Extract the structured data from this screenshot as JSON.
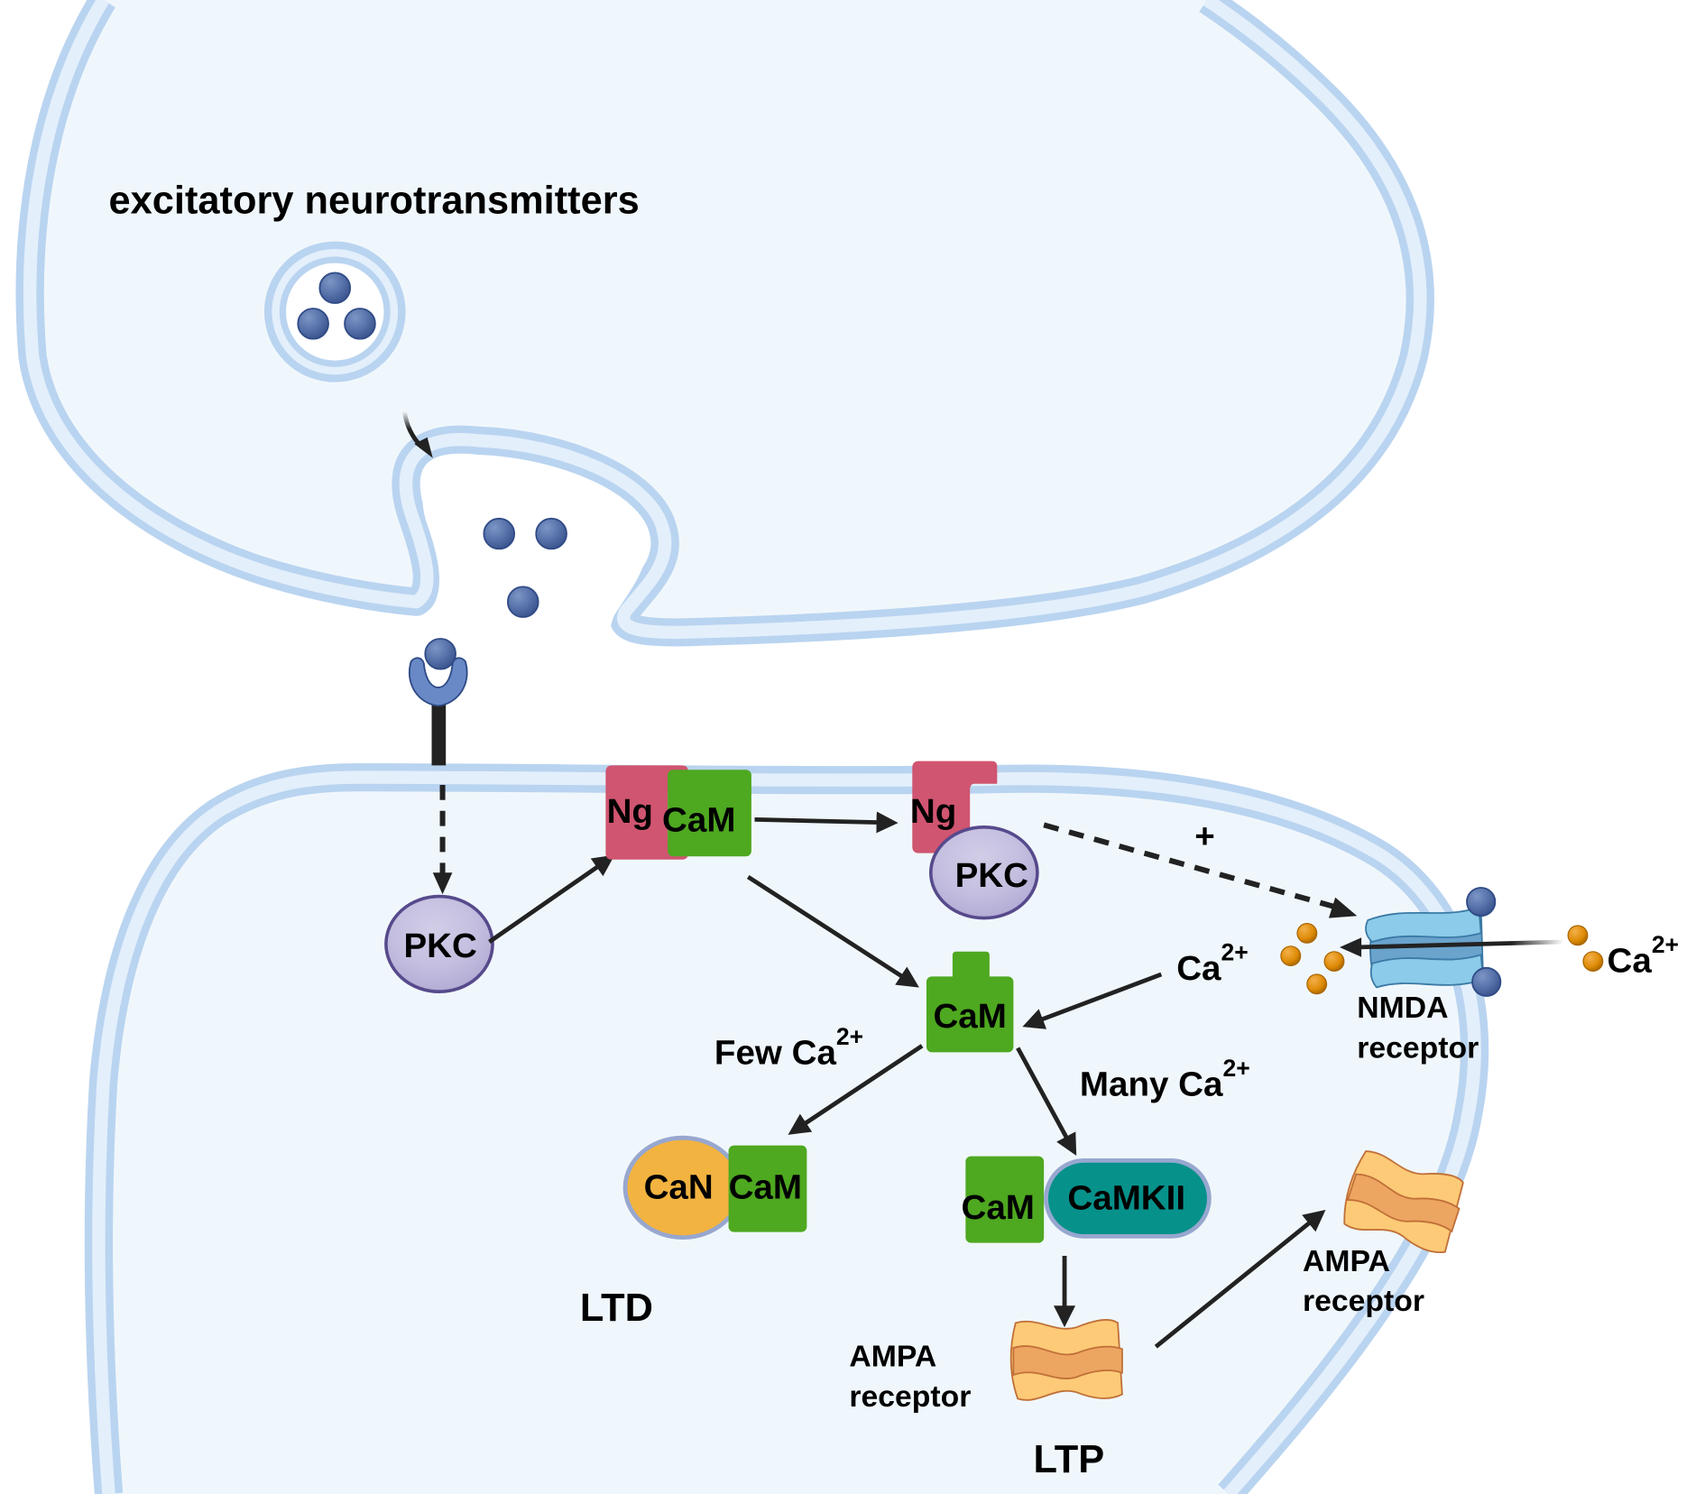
{
  "title_label": "excitatory neurotransmitters",
  "colors": {
    "membrane": "#b9d4f0",
    "membrane_inner": "#e3effb",
    "cytoplasm": "#f0f7fc",
    "neurotransmitter": "#5672a9",
    "receptor_cup": "#6889c6",
    "ng": "#d05570",
    "cam": "#4ea820",
    "pkc": "#b8b2d8",
    "pkc_border": "#574a8c",
    "can": "#f2b340",
    "camkii": "#06918a",
    "calcium": "#de8b06",
    "nmda": "#8ccbe9",
    "ampa": "#fdca77"
  },
  "nodes": {
    "ng_cam_complex": {
      "ng": "Ng",
      "cam": "CaM"
    },
    "ng_pkc_complex": {
      "ng": "Ng",
      "pkc": "PKC"
    },
    "pkc_free": "PKC",
    "cam_center": "CaM",
    "can_cam": {
      "can": "CaN",
      "cam": "CaM"
    },
    "cam_camkii": {
      "cam": "CaM",
      "camkii": "CaMKII"
    }
  },
  "labels": {
    "plus": "+",
    "ca_inner": {
      "base": "Ca",
      "sup": "2+"
    },
    "ca_outer": {
      "base": "Ca",
      "sup": "2+"
    },
    "few_ca": {
      "base": "Few Ca",
      "sup": "2+"
    },
    "many_ca": {
      "base": "Many Ca",
      "sup": "2+"
    },
    "nmda_line1": "NMDA",
    "nmda_line2": "receptor",
    "ampa_lower_line1": "AMPA",
    "ampa_lower_line2": "receptor",
    "ampa_upper_line1": "AMPA",
    "ampa_upper_line2": "receptor",
    "ltd": "LTD",
    "ltp": "LTP"
  }
}
